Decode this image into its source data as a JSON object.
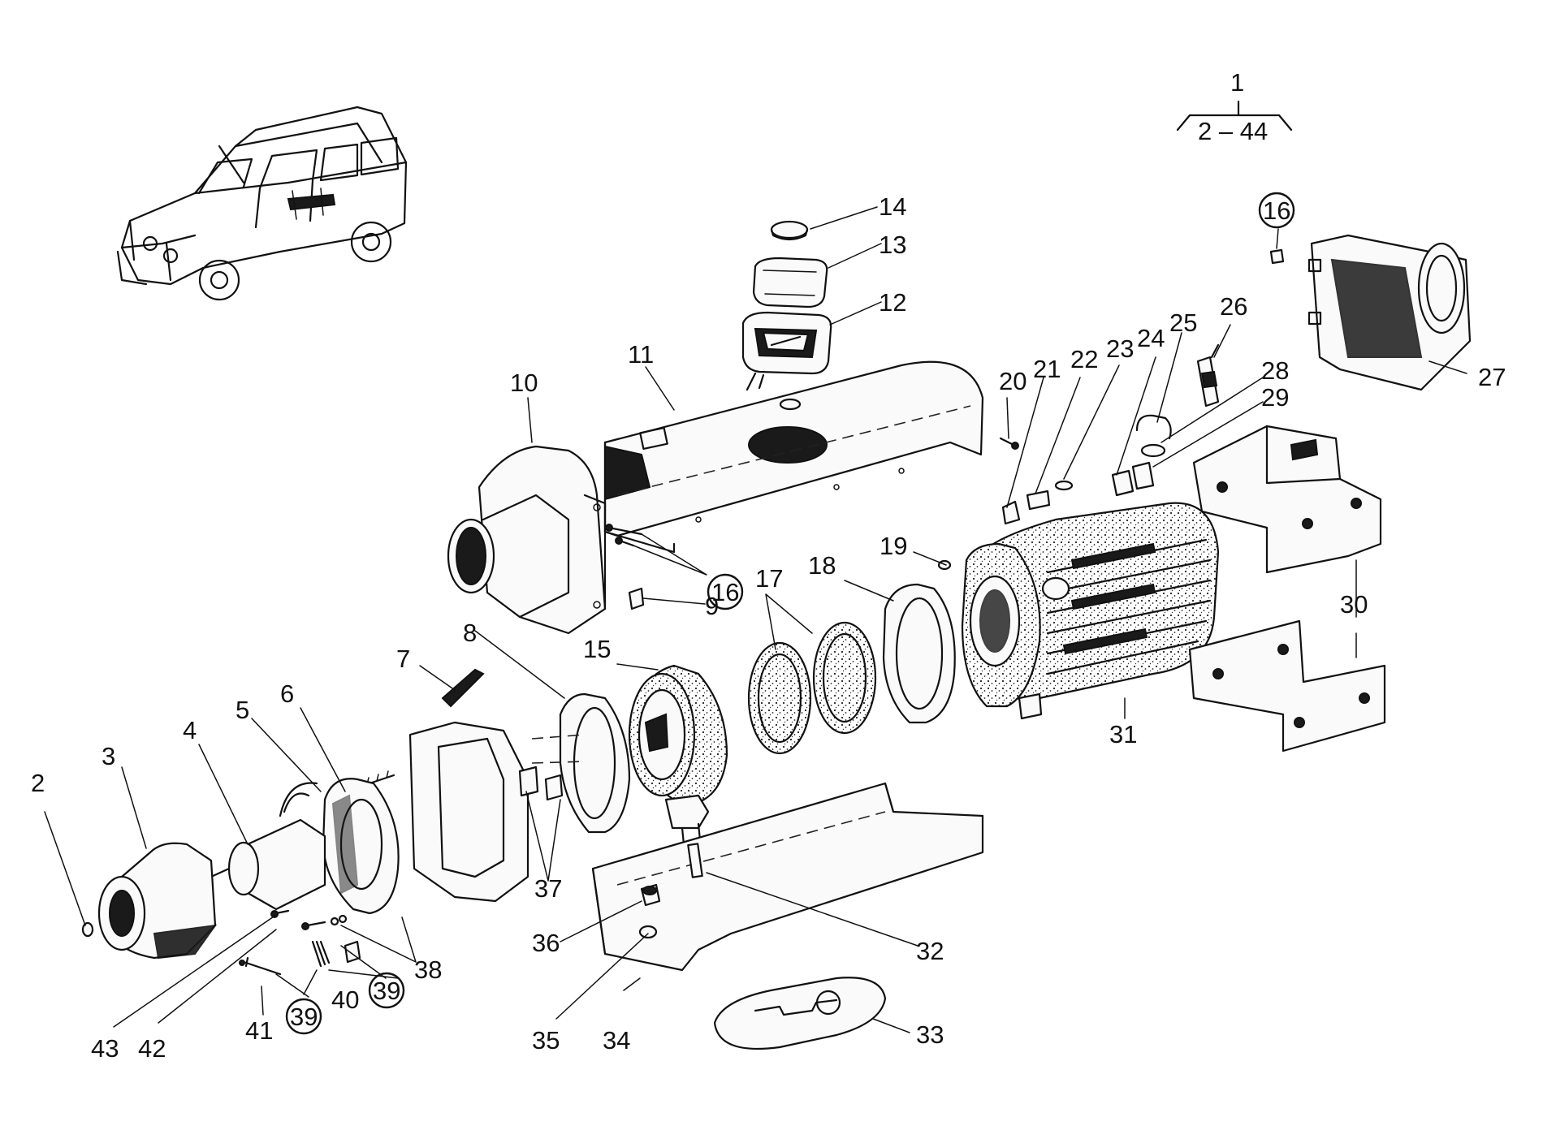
{
  "assembly": {
    "number": "1",
    "range": "2 – 44"
  },
  "callouts": [
    {
      "id": "c2",
      "text": "2"
    },
    {
      "id": "c3",
      "text": "3"
    },
    {
      "id": "c4",
      "text": "4"
    },
    {
      "id": "c5",
      "text": "5"
    },
    {
      "id": "c6",
      "text": "6"
    },
    {
      "id": "c7",
      "text": "7"
    },
    {
      "id": "c8",
      "text": "8"
    },
    {
      "id": "c9",
      "text": "9"
    },
    {
      "id": "c10",
      "text": "10"
    },
    {
      "id": "c11",
      "text": "11"
    },
    {
      "id": "c12",
      "text": "12"
    },
    {
      "id": "c13",
      "text": "13"
    },
    {
      "id": "c14",
      "text": "14"
    },
    {
      "id": "c15",
      "text": "15"
    },
    {
      "id": "c16a",
      "text": "16"
    },
    {
      "id": "c16b",
      "text": "16"
    },
    {
      "id": "c17",
      "text": "17"
    },
    {
      "id": "c18",
      "text": "18"
    },
    {
      "id": "c19",
      "text": "19"
    },
    {
      "id": "c20",
      "text": "20"
    },
    {
      "id": "c21",
      "text": "21"
    },
    {
      "id": "c22",
      "text": "22"
    },
    {
      "id": "c23",
      "text": "23"
    },
    {
      "id": "c24",
      "text": "24"
    },
    {
      "id": "c25",
      "text": "25"
    },
    {
      "id": "c26",
      "text": "26"
    },
    {
      "id": "c27",
      "text": "27"
    },
    {
      "id": "c28",
      "text": "28"
    },
    {
      "id": "c29",
      "text": "29"
    },
    {
      "id": "c30",
      "text": "30"
    },
    {
      "id": "c31",
      "text": "31"
    },
    {
      "id": "c32",
      "text": "32"
    },
    {
      "id": "c33",
      "text": "33"
    },
    {
      "id": "c34",
      "text": "34"
    },
    {
      "id": "c35",
      "text": "35"
    },
    {
      "id": "c36",
      "text": "36"
    },
    {
      "id": "c37",
      "text": "37"
    },
    {
      "id": "c38",
      "text": "38"
    },
    {
      "id": "c39a",
      "text": "39"
    },
    {
      "id": "c39b",
      "text": "39"
    },
    {
      "id": "c40",
      "text": "40"
    },
    {
      "id": "c41",
      "text": "41"
    },
    {
      "id": "c42",
      "text": "42"
    },
    {
      "id": "c43",
      "text": "43"
    }
  ]
}
